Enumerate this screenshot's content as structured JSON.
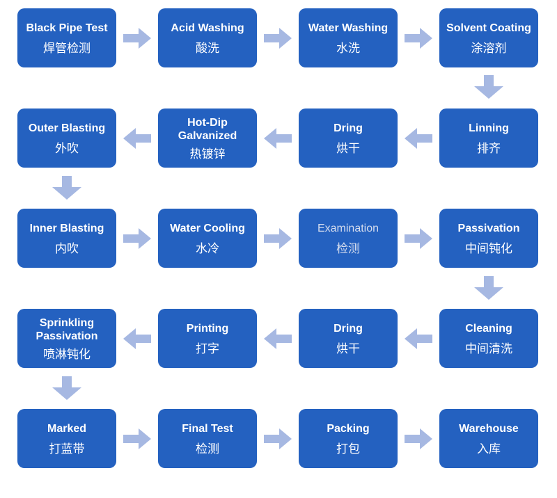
{
  "flow": {
    "colors": {
      "box": "#2461c0",
      "arrow": "#a6b8e2",
      "text": "#ffffff",
      "muted-text": "#d4dcee",
      "bg": "#ffffff"
    },
    "nodes": [
      {
        "title": "Black Pipe Test",
        "subtitle": "焊管检测"
      },
      {
        "title": "Acid Washing",
        "subtitle": "酸洗"
      },
      {
        "title": "Water Washing",
        "subtitle": "水洗"
      },
      {
        "title": "Solvent Coating",
        "subtitle": "涂溶剂"
      },
      {
        "title": "Linning",
        "subtitle": "排齐"
      },
      {
        "title": "Dring",
        "subtitle": "烘干"
      },
      {
        "title": "Hot-Dip Galvanized",
        "subtitle": "热镀锌"
      },
      {
        "title": "Outer Blasting",
        "subtitle": "外吹"
      },
      {
        "title": "Inner Blasting",
        "subtitle": "内吹"
      },
      {
        "title": "Water Cooling",
        "subtitle": "水冷"
      },
      {
        "title": "Examination",
        "subtitle": "检测"
      },
      {
        "title": "Passivation",
        "subtitle": "中间钝化"
      },
      {
        "title": "Cleaning",
        "subtitle": "中间清洗"
      },
      {
        "title": "Dring",
        "subtitle": "烘干"
      },
      {
        "title": "Printing",
        "subtitle": "打字"
      },
      {
        "title": "Sprinkling Passivation",
        "subtitle": "喷淋钝化"
      },
      {
        "title": "Marked",
        "subtitle": "打蓝带"
      },
      {
        "title": "Final Test",
        "subtitle": "检测"
      },
      {
        "title": "Packing",
        "subtitle": "打包"
      },
      {
        "title": "Warehouse",
        "subtitle": "入库"
      }
    ]
  }
}
